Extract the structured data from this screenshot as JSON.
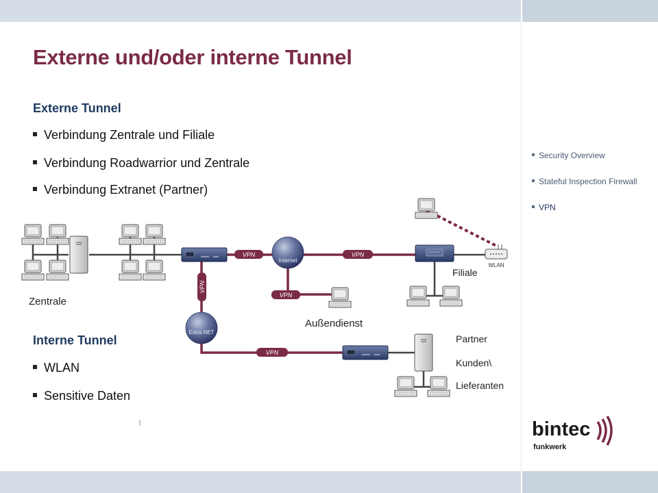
{
  "slide": {
    "title": "Externe und/oder interne Tunnel"
  },
  "external": {
    "heading": "Externe Tunnel",
    "items": [
      "Verbindung Zentrale und Filiale",
      "Verbindung Roadwarrior und Zentrale",
      "Verbindung Extranet (Partner)"
    ]
  },
  "internal": {
    "heading": "Interne Tunnel",
    "items": [
      "WLAN",
      "Sensitive Daten"
    ]
  },
  "sidebar": {
    "items": [
      {
        "label": "Security Overview",
        "active": false
      },
      {
        "label": "Stateful Inspection Firewall",
        "active": false
      },
      {
        "label": "VPN",
        "active": true
      }
    ]
  },
  "diagram": {
    "zentrale_label": "Zentrale",
    "filiale_label": "Filiale",
    "aussendienst_label": "Außendienst",
    "partner_label": "Partner",
    "kunden_label": "Kunden\\",
    "lieferanten_label": "Lieferanten",
    "internet_label": "Internet",
    "extranet_label": "Extra NET",
    "wlan_label": "WLAN",
    "vpn_label": "VPN",
    "line_color": "#7a2b45"
  },
  "logo": {
    "brand": "bintec",
    "sub": "funkwerk"
  }
}
